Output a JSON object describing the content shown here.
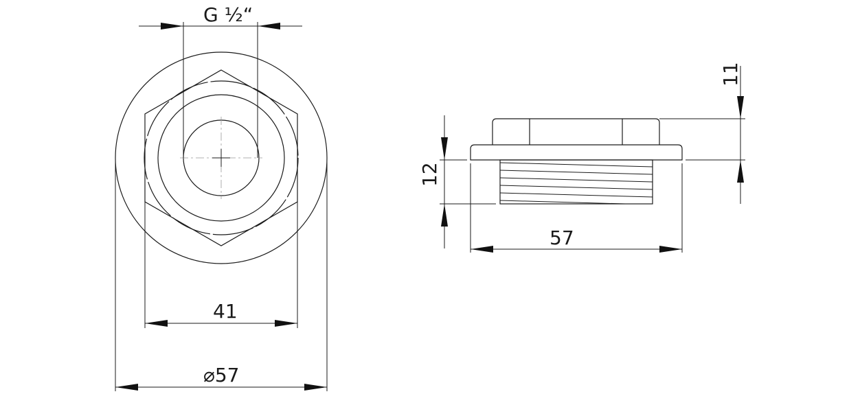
{
  "drawing": {
    "front_view": {
      "thread_label": "G ½“",
      "hex_size_label": "41",
      "outer_diameter_label": "⌀57"
    },
    "side_view": {
      "width_label": "57",
      "thread_length_label": "12",
      "head_height_label": "11"
    },
    "colors": {
      "line": "#1a1a1a",
      "centerline": "#999999",
      "background": "#ffffff"
    }
  }
}
